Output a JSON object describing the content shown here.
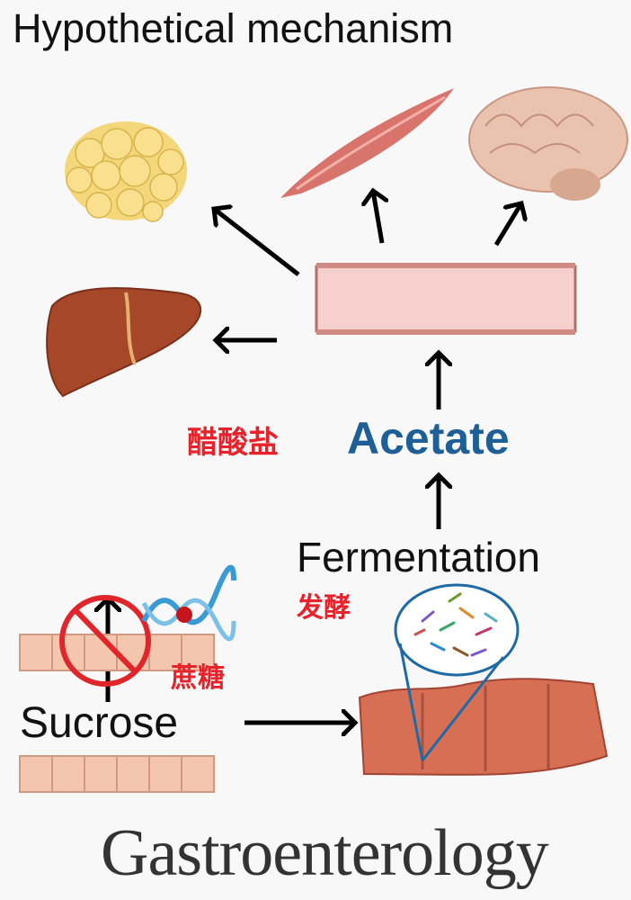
{
  "title": "Hypothetical mechanism",
  "labels": {
    "acetate_cn": "醋酸盐",
    "acetate": "Acetate",
    "fermentation": "Fermentation",
    "fermentation_cn": "发酵",
    "sucrose_cn": "蔗糖",
    "sucrose": "Sucrose"
  },
  "journal": "Gastroenterology",
  "colors": {
    "acetate": "#1d5f96",
    "chinese_labels": "#e8222a",
    "no_sign": "#e0262a"
  }
}
